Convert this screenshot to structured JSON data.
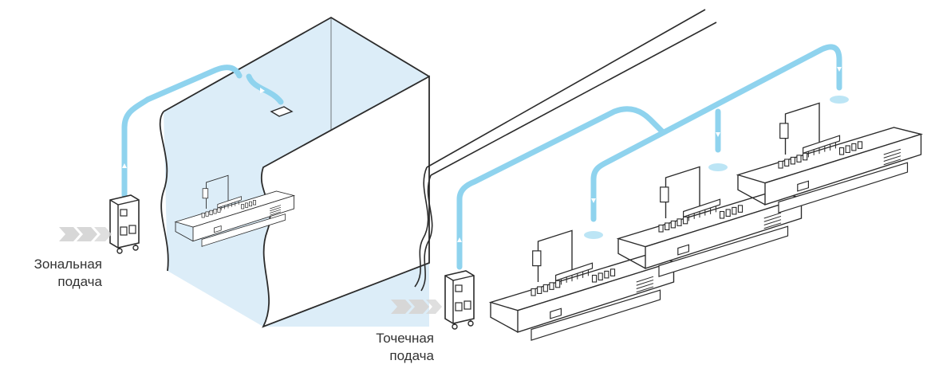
{
  "colors": {
    "air": "#8fd3ee",
    "air_fill": "#dcedf8",
    "stroke": "#2b2b2b",
    "arrow_chevron": "#d7d7d7",
    "background": "#ffffff"
  },
  "zonal_supply": {
    "label_line1": "Зональная",
    "label_line2": "подача"
  },
  "point_supply": {
    "label_line1": "Точечная",
    "label_line2": "подача"
  },
  "icons": [
    "air-supply-unit-icon",
    "conveyor-icon",
    "spray-head-icon",
    "flow-arrow-icon",
    "chevron-arrows-icon"
  ]
}
